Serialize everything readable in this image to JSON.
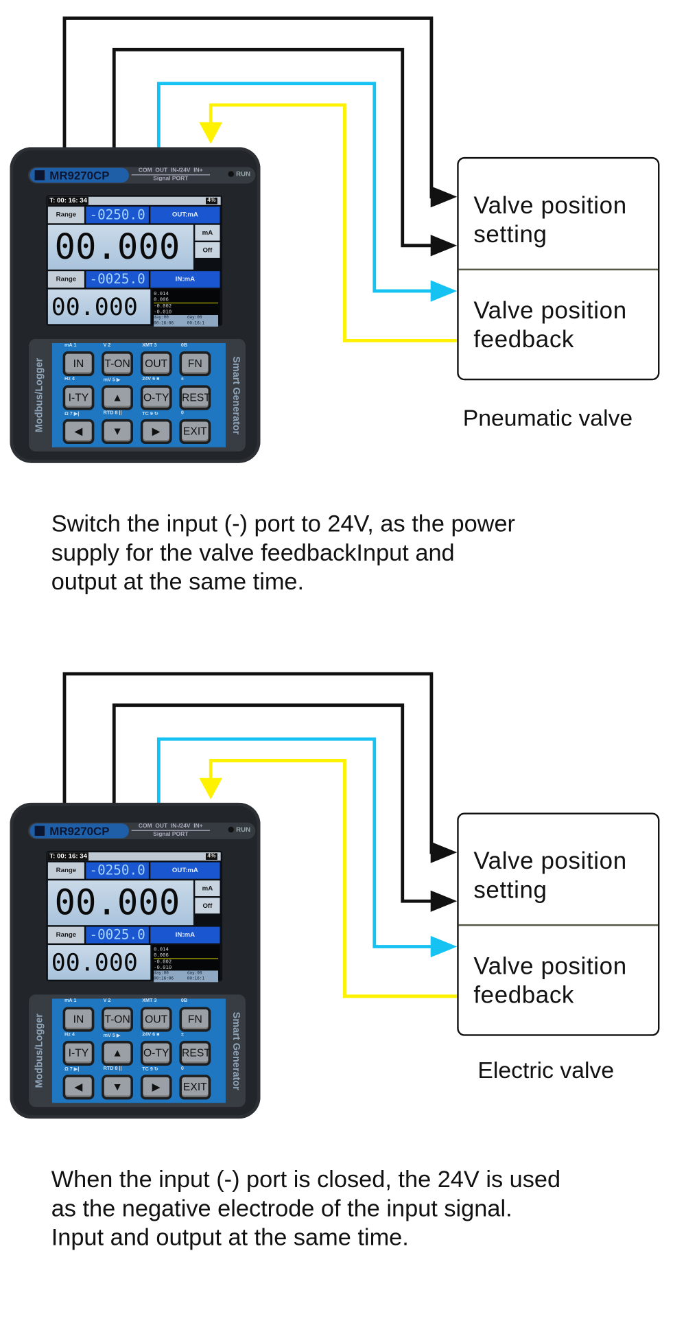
{
  "colors": {
    "wire_black": "#111111",
    "wire_blue": "#16c2f2",
    "wire_yellow": "#fff200"
  },
  "device": {
    "model": "MR9270CP",
    "ports_top": "COM OUT IN-/24V IN+",
    "ports_bottom": "Signal PORT",
    "run": "RUN",
    "time": "T: 00: 16: 34",
    "battery": "4%",
    "range_label": "Range",
    "out_range": "-0250.0",
    "out_tag": "OUT:mA",
    "out_value": "00.000",
    "unit": "mA",
    "off": "Off",
    "in_range": "-0025.0",
    "in_tag": "IN:mA",
    "in_value": "00.000",
    "trend_ticks": [
      "0.014",
      "0.006",
      "-0.002",
      "-0.010"
    ],
    "trend_times": [
      "day:00 00:16:06",
      "day:00 00:16:1"
    ],
    "side_left": "Modbus/Logger",
    "side_right": "Smart Generator",
    "keys": [
      "IN",
      "T-ON",
      "OUT",
      "FN",
      "I-TY",
      "▲",
      "O-TY",
      "REST",
      "◀",
      "▼",
      "▶",
      "EXIT"
    ],
    "key_labels": [
      "mA 1",
      "V 2",
      "XMT 3",
      "0B",
      "Hz 4",
      "mV 5 ▶",
      "24V 6 ■",
      "±",
      "Ω 7 ▶|",
      "RTD 8 ||",
      "TC 9 ↻",
      "0"
    ]
  },
  "diagrams": [
    {
      "box_top": [
        "Valve position",
        "setting"
      ],
      "box_bottom": [
        "Valve position",
        "feedback"
      ],
      "caption": "Pneumatic valve",
      "text": [
        "Switch the input (-) port to 24V, as the power",
        "supply for the valve feedbackInput and",
        "output at the same time."
      ]
    },
    {
      "box_top": [
        "Valve position",
        "setting"
      ],
      "box_bottom": [
        "Valve position",
        "feedback"
      ],
      "caption": "Electric valve",
      "text": [
        "When the input (-) port is closed, the 24V is used",
        "as the negative electrode of the input signal.",
        "Input and output at the same time."
      ]
    }
  ]
}
